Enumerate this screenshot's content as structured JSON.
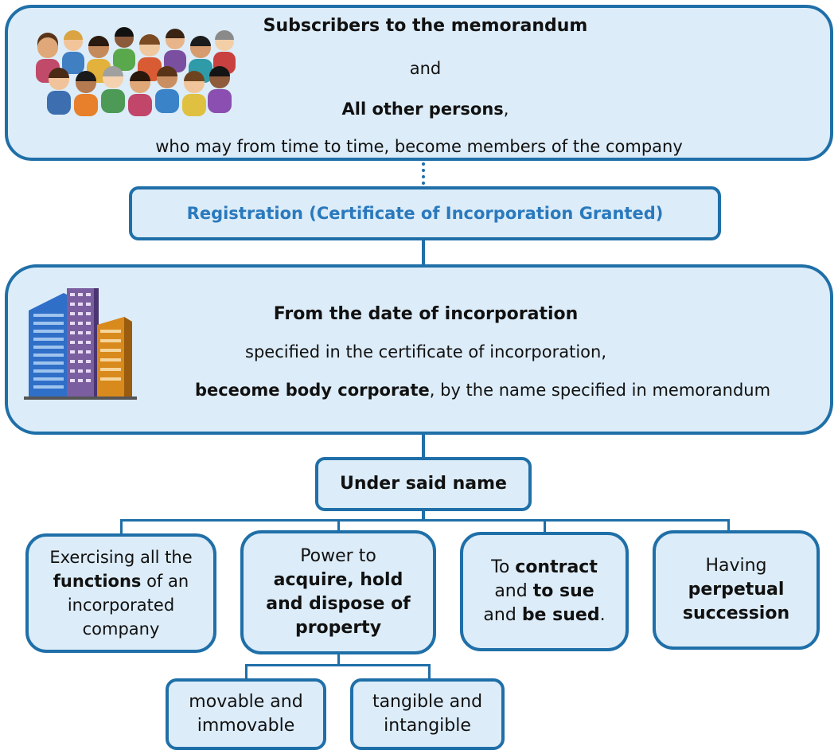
{
  "top_box": {
    "line1": "Subscribers to the memorandum",
    "line2": "and",
    "line3_bold": "All other persons",
    "line3_rest": ",",
    "line4": "who may from time to time, become members of the company"
  },
  "registration": {
    "label": "Registration (Certificate of Incorporation Granted)"
  },
  "incorporation_box": {
    "line1": "From the date of incorporation",
    "line2": "specified in the certificate of incorporation,",
    "line3_bold": "beceome body corporate",
    "line3_rest": ", by the name specified in memorandum"
  },
  "under_name": {
    "label": "Under said name"
  },
  "branches": {
    "functions": {
      "t1": "Exercising all the",
      "b1": "functions",
      "t2": " of an",
      "t3": "incorporated",
      "t4": "company"
    },
    "property": {
      "t1": "Power to",
      "b1": "acquire, hold",
      "b2": "and dispose of",
      "b3": "property"
    },
    "contract": {
      "t1": "To ",
      "b1": "contract",
      "t2": "and ",
      "b2": "to sue",
      "t3": "and ",
      "b3": "be sued",
      "t4": "."
    },
    "succession": {
      "t1": "Having",
      "b1": "perpetual",
      "b2": "succession"
    }
  },
  "property_types": {
    "movable": {
      "l1": "movable and",
      "l2": "immovable"
    },
    "tangible": {
      "l1": "tangible and",
      "l2": "intangible"
    }
  },
  "colors": {
    "box_fill": "#dcecf8",
    "box_border": "#1f6fa8",
    "registration_text": "#2a79bd"
  }
}
